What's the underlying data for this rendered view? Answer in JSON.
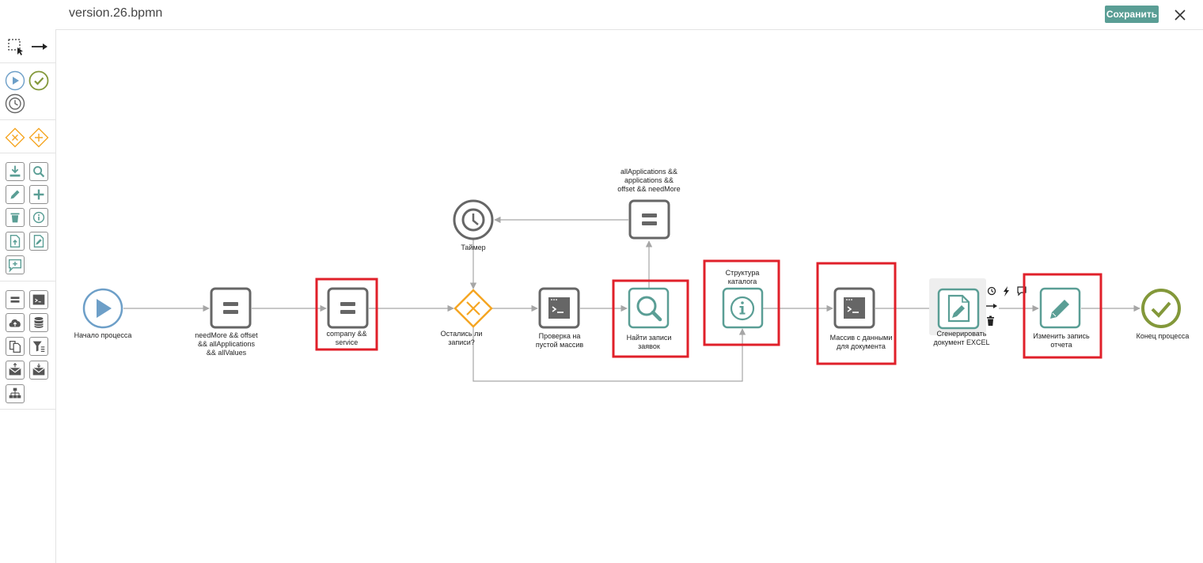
{
  "window": {
    "title": "version.26.bpmn",
    "save_label": "Сохранить"
  },
  "palette": {
    "tools": [
      "lasso-tool",
      "connect-tool"
    ],
    "events": [
      "start-event",
      "end-event",
      "timer-event"
    ],
    "gateways": [
      "exclusive-gateway",
      "parallel-gateway"
    ],
    "tasks": [
      "download-task",
      "search-task",
      "edit-task",
      "add-task",
      "delete-task",
      "info-task",
      "upload-document-task",
      "sign-document-task",
      "message-task",
      "script-task",
      "console-task",
      "cloud-upload-task",
      "database-task",
      "copy-task",
      "filter-task",
      "send-mail-task",
      "receive-mail-task",
      "subprocess-task"
    ]
  },
  "diagram": {
    "nodes": {
      "start": {
        "label": "Начало процесса"
      },
      "task1": {
        "label": "needMore && offset && allApplications && allValues"
      },
      "task2": {
        "label": "company && service"
      },
      "gateway": {
        "label": "Остались ли записи?"
      },
      "timer": {
        "label": "Таймер"
      },
      "task_top": {
        "label": "allApplications && applications && offset && needMore"
      },
      "script1": {
        "label": "Проверка на пустой массив"
      },
      "search": {
        "label": "Найти записи заявок"
      },
      "info": {
        "label": "Структура каталога"
      },
      "script2": {
        "label": "Массив с данными для документа"
      },
      "excel": {
        "label": "Сгенерировать документ EXCEL"
      },
      "edit": {
        "label": "Изменить запись отчета"
      },
      "end": {
        "label": "Конец процесса"
      }
    },
    "highlighted": [
      "task2",
      "search",
      "info",
      "script2",
      "edit"
    ],
    "context_pad": [
      "clock-icon",
      "bolt-icon",
      "comment-icon",
      "arrow-icon",
      "trash-icon"
    ],
    "colors": {
      "highlight": "#e0202a",
      "teal": "#5a9e95",
      "dark": "#666666",
      "start": "#6d9fc8",
      "end": "#83983a",
      "gateway": "#f5a623",
      "flow": "#a6a6a6"
    }
  }
}
